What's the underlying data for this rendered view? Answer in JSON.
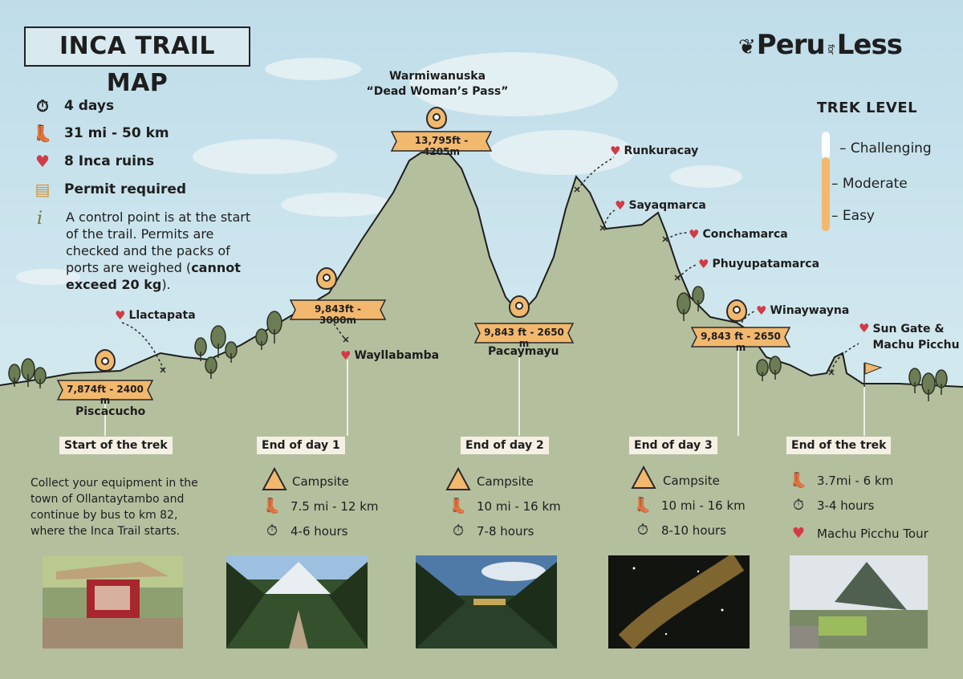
{
  "title": "INCA TRAIL MAP",
  "logo": {
    "left": "Peru",
    "middle": "for",
    "right": "Less"
  },
  "facts": [
    {
      "icon": "stopwatch-icon",
      "text": "4 days"
    },
    {
      "icon": "boot-icon",
      "text": "31 mi - 50 km"
    },
    {
      "icon": "heart-icon",
      "text": "8 Inca ruins"
    },
    {
      "icon": "permit-icon",
      "text": "Permit required"
    }
  ],
  "note": {
    "icon": "info-icon",
    "prefix": "A control point is at the start of the trail. Permits are checked and the packs of ports are weighed (",
    "bold": "cannot exceed 20 kg",
    "suffix": ")."
  },
  "trek_level": {
    "title": "TREK LEVEL",
    "levels": [
      "Challenging",
      "Moderate",
      "Easy"
    ],
    "selected": "Moderate",
    "colors": {
      "challenging": "#ffffff",
      "moderate": "#f2b86e",
      "easy": "#f2b86e"
    }
  },
  "peak": {
    "name": "Warmiwanuska",
    "alias": "“Dead Woman’s Pass”"
  },
  "elevations": [
    "7,874ft - 2400 m",
    "9,843ft - 3000m",
    "13,795ft - 4205m",
    "9,843 ft - 2650 m",
    "9,843 ft - 2650 m"
  ],
  "places": [
    "Piscacucho",
    "Pacaymayu"
  ],
  "ruins": [
    "Llactapata",
    "Wayllabamba",
    "Runkuracay",
    "Sayaqmarca",
    "Conchamarca",
    "Phuyupatamarca",
    "Winaywayna",
    "Sun Gate &",
    "Machu Picchu"
  ],
  "stages": [
    {
      "label": "Start of the trek"
    },
    {
      "label": "End of day 1",
      "camp": "Campsite",
      "distance": "7.5 mi - 12 km",
      "time": "4-6 hours"
    },
    {
      "label": "End of day 2",
      "camp": "Campsite",
      "distance": "10 mi - 16 km",
      "time": "7-8 hours"
    },
    {
      "label": "End of day 3",
      "camp": "Campsite",
      "distance": "10 mi - 16 km",
      "time": "8-10 hours"
    },
    {
      "label": "End of the trek",
      "distance": "3.7mi - 6 km",
      "time": "3-4 hours",
      "tour": "Machu Picchu Tour"
    }
  ],
  "intro": "Collect your equipment in the town of Ollantaytambo and continue by bus to km 82, where the Inca Trail starts.",
  "colors": {
    "sky": "#c8e2ec",
    "mountain": "#b4bf9e",
    "tag": "#f2b86e",
    "heart": "#d23a46",
    "tree": "#6c7c54"
  }
}
